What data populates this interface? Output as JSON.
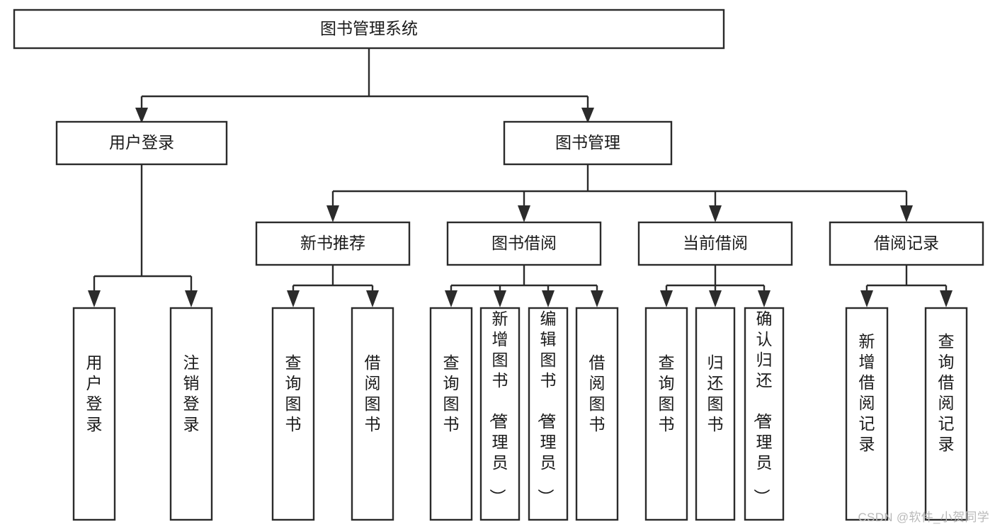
{
  "diagram": {
    "type": "tree-hierarchy",
    "title": "图书管理系统",
    "watermark": "CSDN @软件_小贺同学",
    "colors": {
      "box_stroke": "#2b2b2b",
      "box_fill": "#ffffff",
      "text": "#1a1a1a",
      "connector": "#2b2b2b",
      "watermark": "#b9b9b9",
      "background": "#ffffff"
    },
    "levels": [
      {
        "level": 0,
        "nodes": [
          {
            "id": "root",
            "label": "图书管理系统",
            "orientation": "horizontal"
          }
        ]
      },
      {
        "level": 1,
        "nodes": [
          {
            "id": "login",
            "label": "用户登录",
            "orientation": "horizontal",
            "parent": "root"
          },
          {
            "id": "bookmgmt",
            "label": "图书管理",
            "orientation": "horizontal",
            "parent": "root"
          }
        ]
      },
      {
        "level": 2,
        "nodes": [
          {
            "id": "newbook",
            "label": "新书推荐",
            "orientation": "horizontal",
            "parent": "bookmgmt"
          },
          {
            "id": "borrow",
            "label": "图书借阅",
            "orientation": "horizontal",
            "parent": "bookmgmt"
          },
          {
            "id": "current",
            "label": "当前借阅",
            "orientation": "horizontal",
            "parent": "bookmgmt"
          },
          {
            "id": "records",
            "label": "借阅记录",
            "orientation": "horizontal",
            "parent": "bookmgmt"
          }
        ]
      },
      {
        "level": 3,
        "nodes": [
          {
            "id": "leaf1",
            "label": "用户登录",
            "orientation": "vertical",
            "parent": "login"
          },
          {
            "id": "leaf2",
            "label": "注销登录",
            "orientation": "vertical",
            "parent": "login"
          },
          {
            "id": "leaf3",
            "label": "查询图书",
            "orientation": "vertical",
            "parent": "newbook"
          },
          {
            "id": "leaf4",
            "label": "借阅图书",
            "orientation": "vertical",
            "parent": "newbook"
          },
          {
            "id": "leaf5",
            "label": "查询图书",
            "orientation": "vertical",
            "parent": "borrow"
          },
          {
            "id": "leaf6",
            "label": "新增图书（管理员）",
            "orientation": "vertical",
            "parent": "borrow"
          },
          {
            "id": "leaf7",
            "label": "编辑图书（管理员）",
            "orientation": "vertical",
            "parent": "borrow"
          },
          {
            "id": "leaf8",
            "label": "借阅图书",
            "orientation": "vertical",
            "parent": "borrow"
          },
          {
            "id": "leaf9",
            "label": "查询图书",
            "orientation": "vertical",
            "parent": "current"
          },
          {
            "id": "leaf10",
            "label": "归还图书",
            "orientation": "vertical",
            "parent": "current"
          },
          {
            "id": "leaf11",
            "label": "确认归还（管理员）",
            "orientation": "vertical",
            "parent": "current"
          },
          {
            "id": "leaf12",
            "label": "新增借阅记录",
            "orientation": "vertical",
            "parent": "records"
          },
          {
            "id": "leaf13",
            "label": "查询借阅记录",
            "orientation": "vertical",
            "parent": "records"
          }
        ]
      }
    ]
  },
  "labels": {
    "root": "图书管理系统",
    "login": "用户登录",
    "bookmgmt": "图书管理",
    "newbook": "新书推荐",
    "borrow": "图书借阅",
    "current": "当前借阅",
    "records": "借阅记录",
    "leaf1": "用户登录",
    "leaf2": "注销登录",
    "leaf3": "查询图书",
    "leaf4": "借阅图书",
    "leaf5": "查询图书",
    "leaf6": "新增图书（管理员）",
    "leaf7": "编辑图书（管理员）",
    "leaf8": "借阅图书",
    "leaf9": "查询图书",
    "leaf10": "归还图书",
    "leaf11": "确认归还（管理员）",
    "leaf12": "新增借阅记录",
    "leaf13": "查询借阅记录"
  },
  "watermark": {
    "text": "CSDN @软件_小贺同学"
  }
}
